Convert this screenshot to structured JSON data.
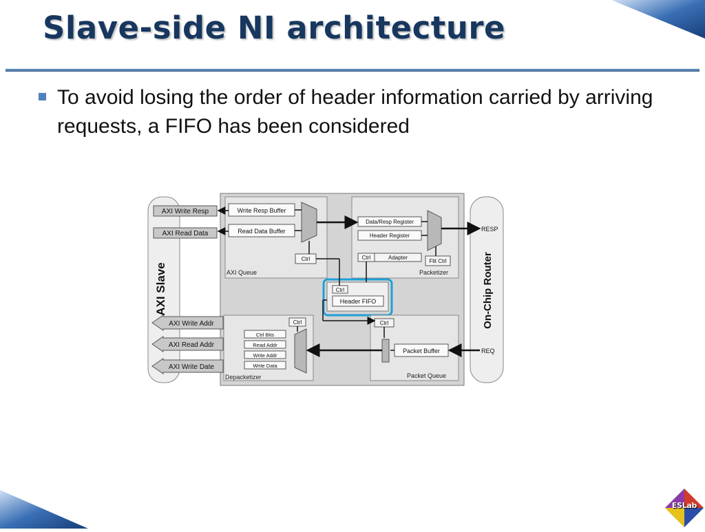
{
  "slide": {
    "title": "Slave-side NI architecture",
    "bullets": [
      "To avoid losing the order of header information carried by arriving requests, a FIFO has been considered"
    ]
  },
  "diagram": {
    "left_label": "AXI Slave",
    "right_label": "On-Chip Router",
    "left_ports": [
      "AXI Write Resp",
      "AXI Read Data",
      "AXI Write Addr",
      "AXI Read Addr",
      "AXI Write Date"
    ],
    "axi_queue": {
      "label": "AXI Queue",
      "buffers": [
        "Write Resp Buffer",
        "Read Data Buffer"
      ],
      "ctrl": "Ctrl"
    },
    "packetizer": {
      "label": "Packetizer",
      "registers": [
        "Data/Resp Register",
        "Header Register"
      ],
      "ctrl": "Ctrl",
      "adapter": "Adapter",
      "flit_ctrl": "Flit Ctrl"
    },
    "header_fifo": {
      "ctrl": "Ctrl",
      "label": "Header FIFO"
    },
    "depacketizer": {
      "label": "Depacketizer",
      "ctrl": "Ctrl",
      "fields": [
        "Ctrl Bits",
        "Read Addr",
        "Write Addr",
        "Write Data"
      ]
    },
    "packet_queue": {
      "label": "Packet Queue",
      "ctrl": "Ctrl",
      "buffer": "Packet Buffer"
    },
    "router_ports": [
      "RESP",
      "REQ"
    ]
  },
  "logo": {
    "text": "ESLab"
  },
  "colors": {
    "title": "#17375e",
    "accent": "#4f81bd",
    "highlight": "#1ea0d8",
    "panel": "#d4d4d4"
  }
}
